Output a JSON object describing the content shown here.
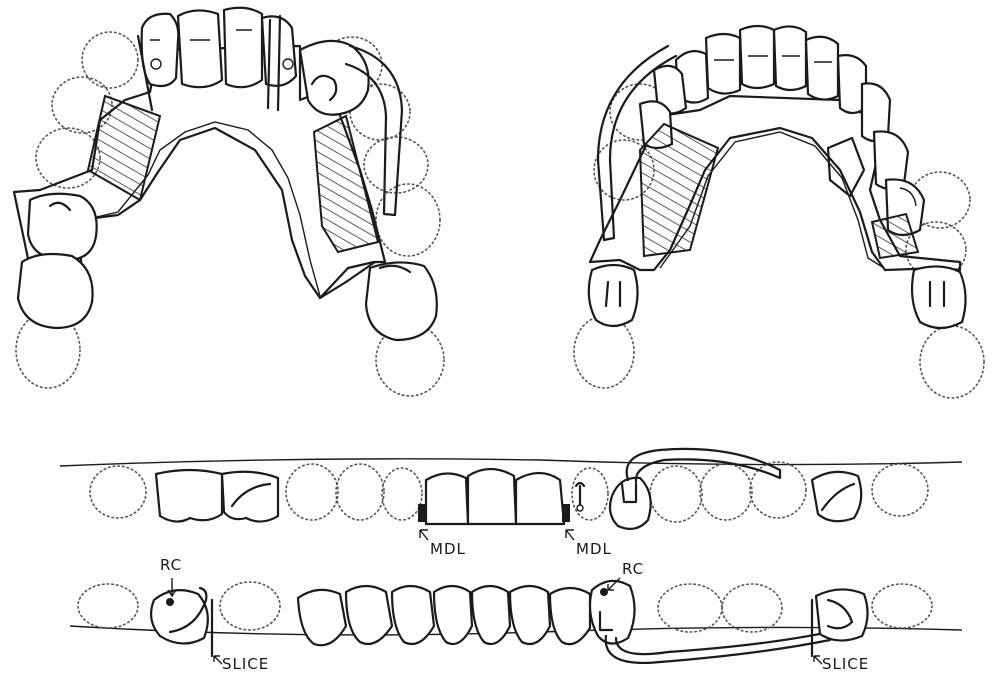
{
  "labels": {
    "mdl_left": "MDL",
    "mdl_right": "MDL",
    "rc_left": "RC",
    "rc_right": "RC",
    "slice_left": "SLICE",
    "slice_right": "SLICE"
  }
}
